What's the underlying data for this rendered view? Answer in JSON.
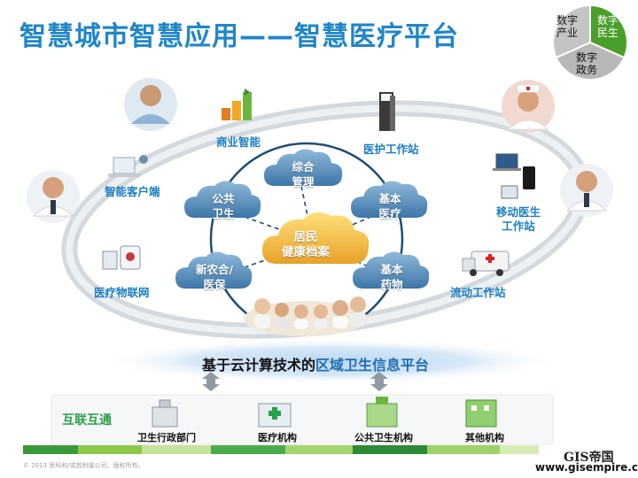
{
  "title": "智慧城市智慧应用——智慧医疗平台",
  "pie": {
    "industry": [
      "数字",
      "产业"
    ],
    "livelihood": [
      "数字",
      "民生"
    ],
    "government": [
      "数字",
      "政务"
    ],
    "colors": {
      "highlight": "#4a9f2a",
      "gray": "#b8b8b8"
    }
  },
  "outer_nodes": {
    "business_intelligence": "商业智能",
    "nurse_station": "医护工作站",
    "smart_client": "智能客户端",
    "mobile_station": [
      "移动医生",
      "工作站"
    ],
    "iot": "医疗物联网",
    "mobile_workstation": "流动工作站"
  },
  "inner_nodes": {
    "integrated": [
      "综合",
      "管理"
    ],
    "public_health": [
      "公共",
      "卫生"
    ],
    "basic_medical": [
      "基本",
      "医疗"
    ],
    "insurance": [
      "新农合/",
      "医保"
    ],
    "basic_drugs": [
      "基本",
      "药物"
    ],
    "center": [
      "居民",
      "健康档案"
    ]
  },
  "platform": {
    "prefix": "基于云计算技术的",
    "highlight": "区域卫生信息平台"
  },
  "bottom": {
    "title": "互联互通",
    "items": [
      "卫生行政部门",
      "医疗机构",
      "公共卫生机构",
      "其他机构"
    ]
  },
  "footer": "© 2013 思科和/或其附属公司。版权所有。",
  "watermark": {
    "logo": "GIS帝国",
    "url": "www.gisempire.com"
  }
}
